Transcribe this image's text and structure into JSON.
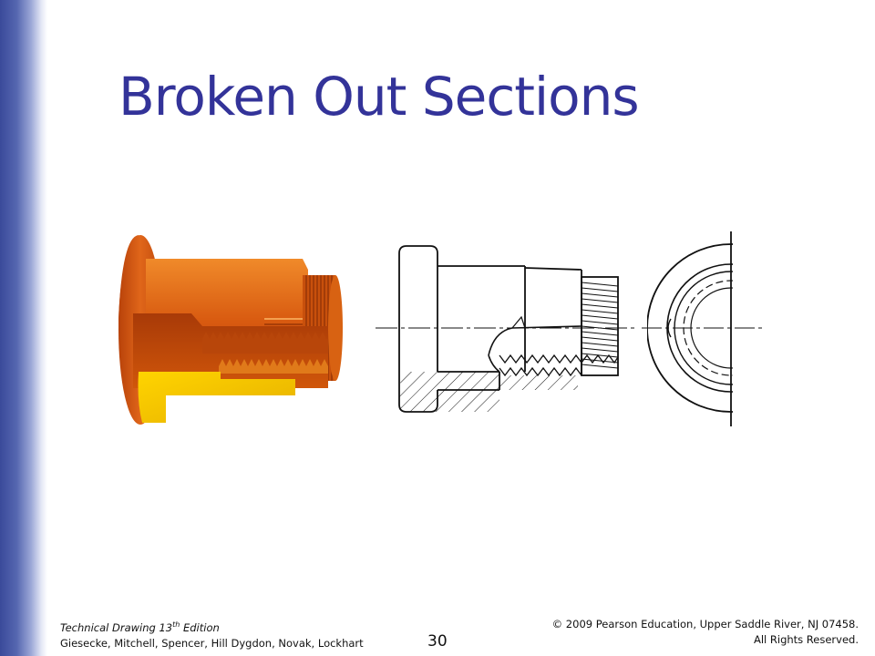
{
  "slide": {
    "title": "Broken Out Sections",
    "page_number": "30"
  },
  "footer": {
    "book_prefix": "Technical Drawing  13",
    "book_sup": "th",
    "book_suffix": " Edition",
    "authors": "Giesecke, Mitchell, Spencer, Hill Dygdon, Novak, Lockhart",
    "copyright_line1": "© 2009 Pearson Education, Upper Saddle River, NJ 07458.",
    "copyright_line2": "All Rights Reserved."
  },
  "colors": {
    "title": "#333399",
    "accent_bar": "#3a4a9a",
    "part_body": "#d0560a",
    "section_face": "#f2c200",
    "line_drawing": "#111111"
  }
}
